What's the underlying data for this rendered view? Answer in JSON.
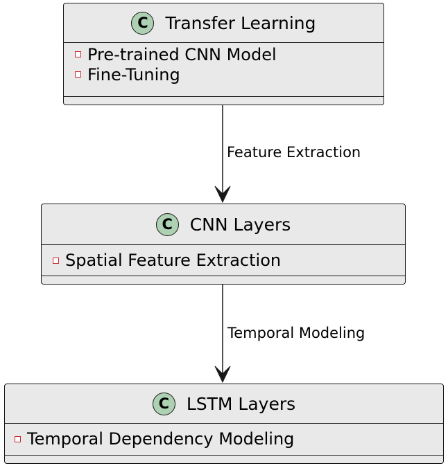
{
  "diagram": {
    "classes": [
      {
        "stereotype": "C",
        "name": "Transfer Learning",
        "attributes": [
          "Pre-trained CNN Model",
          "Fine-Tuning"
        ]
      },
      {
        "stereotype": "C",
        "name": "CNN Layers",
        "attributes": [
          "Spatial Feature Extraction"
        ]
      },
      {
        "stereotype": "C",
        "name": "LSTM Layers",
        "attributes": [
          "Temporal Dependency Modeling"
        ]
      }
    ],
    "edges": [
      {
        "from": "Transfer Learning",
        "to": "CNN Layers",
        "label": "Feature Extraction"
      },
      {
        "from": "CNN Layers",
        "to": "LSTM Layers",
        "label": "Temporal Modeling"
      }
    ],
    "colors": {
      "box_fill": "#e9e9e9",
      "border": "#181818",
      "stereotype_fill": "#add1b2",
      "attribute_marker": "#c82930"
    }
  }
}
